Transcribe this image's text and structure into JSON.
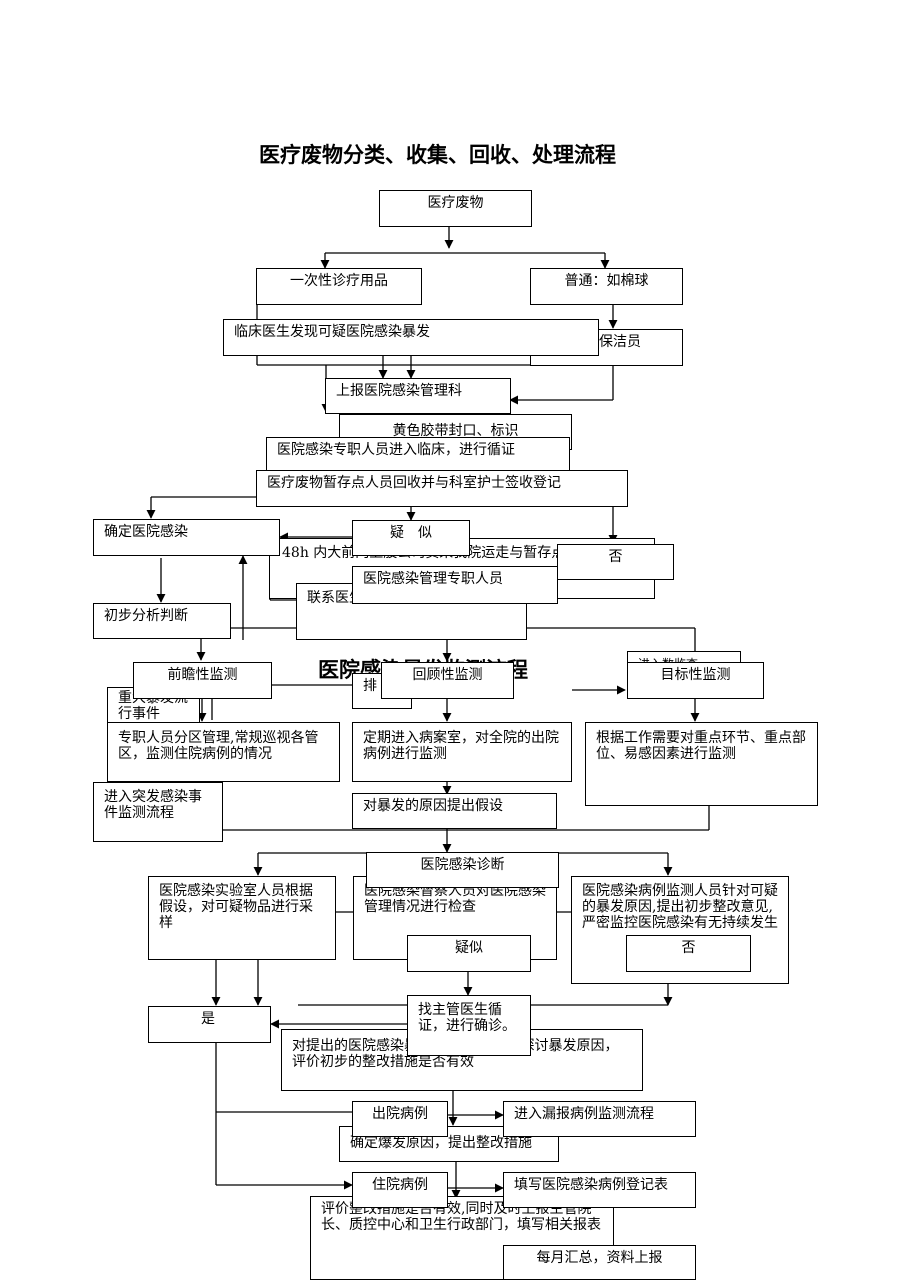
{
  "title1": "医疗废物分类、收集、回收、处理流程",
  "title2": "医院感染暴发监测流程",
  "boxes": {
    "b_waste": "医疗废物",
    "b_disposable": "一次性诊疗用品",
    "b_normal": "普通：如棉球",
    "b_discover": "临床医生发现可疑医院感染暴发",
    "b_cleaner": "保洁员",
    "b_report": "上报医院感染管理科",
    "b_seal": "黄色胶带封口、标识",
    "b_enter": "医院感染专职人员进入临床，进行循证",
    "b_temp": "医疗废物暂存点人员回收并与科室护士签收登记",
    "b_confirm": "确定医院感染",
    "b_suspect": "疑　似",
    "b_48h": "48h 内大前门卫股公司员来我院运走与暂存点人员签收",
    "b_no1": "否",
    "b_staff": "医院感染管理专职人员",
    "b_contact": "联系医生完善检查，确定诊断",
    "b_analyze": "初步分析判断",
    "b_pro": "前瞻性监测",
    "b_major": "重大暴发流行事件",
    "b_retro": "回顾性监测",
    "b_exclude": "排",
    "b_target": "目标性监测",
    "b_hidden_top": "进入数监查",
    "b_partition": "专职人员分区管理,常规巡视各管区，监测住院病例的情况",
    "b_periodic": "定期进入病案室，对全院的出院病例进行监测",
    "b_focus": "根据工作需要对重点环节、重点部位、易感因素进行监测",
    "b_emergency": "进入突发感染事件监测流程",
    "b_hypo": "对暴发的原因提出假设",
    "b_diag": "医院感染诊断",
    "b_lab": "医院感染实验室人员根据假设，对可疑物品进行采样",
    "b_inspect": "医院感染督察人员对医院感染管理情况进行检查",
    "b_monitor": "医院感染病例监测人员针对可疑的暴发原因,提出初步整改意见,严密监控医院感染有无持续发生",
    "b_suspect2": "疑似",
    "b_no2": "否",
    "b_yes": "是",
    "b_seek": "找主管医生循证，进行确诊。",
    "b_verify": "对提出的医院感染暴发原因进行验证,探讨暴发原因，评价初步的整改措施是否有效",
    "b_discharged": "出院病例",
    "b_missed": "进入漏报病例监测流程",
    "b_cause": "确定爆发原因，提出整改措施",
    "b_inpatient": "住院病例",
    "b_fill": "填写医院感染病例登记表",
    "b_evaluate": "评价整改措施是否有效,同时及时上报主管院长、质控中心和卫生行政部门，填写相关报表",
    "b_monthly": "每月汇总，资料上报"
  }
}
